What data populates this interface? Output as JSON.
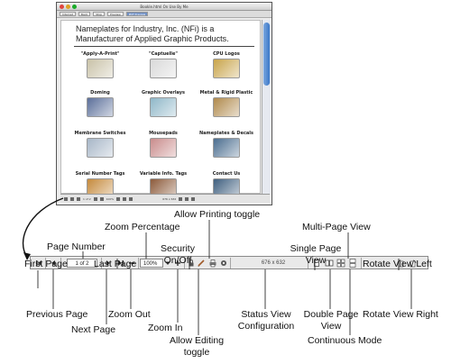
{
  "window": {
    "title": "Bookle.html On Use By Me",
    "toolbar_buttons": [
      "Internet",
      "Back",
      "Stop",
      "Preview",
      "PDF Preview"
    ],
    "heading": "Nameplates for Industry, Inc. (NFi) is a Manufacturer of Applied Graphic Products.",
    "products": [
      {
        "label": "\"Apply-A-Print\"",
        "color": "#c9c2a8"
      },
      {
        "label": "\"Captuelle\"",
        "color": "#d9d9d9"
      },
      {
        "label": "CPU Logos",
        "color": "#c8a44a"
      },
      {
        "label": "Doming",
        "color": "#5b6f9a"
      },
      {
        "label": "Graphic Overlays",
        "color": "#8fb7c8"
      },
      {
        "label": "Metal & Rigid Plastic",
        "color": "#b08a4c"
      },
      {
        "label": "Membrane Switches",
        "color": "#a7b6c7"
      },
      {
        "label": "Mousepads",
        "color": "#c98c8c"
      },
      {
        "label": "Nameplates & Decals",
        "color": "#4a6d8f"
      },
      {
        "label": "Serial Number Tags",
        "color": "#c58a3c"
      },
      {
        "label": "Variable Info. Tags",
        "color": "#8c5a3a"
      },
      {
        "label": "Contact Us",
        "color": "#3f5f7f"
      }
    ]
  },
  "toolbar": {
    "page_value": "1 of 2",
    "zoom_value": "100%",
    "status_size": "676 x 632"
  },
  "callouts": {
    "first_page": "First Page",
    "page_number": "Page Number",
    "zoom_percentage": "Zoom Percentage",
    "allow_printing": "Allow Printing toggle",
    "multi_page_view": "Multi-Page View",
    "single_page_view_1": "Single Page",
    "single_page_view_2": "View",
    "last_page": "Last Page",
    "security_1": "Security",
    "security_2": "On/Off",
    "rotate_left": "Rotate View Left",
    "previous_page": "Previous Page",
    "next_page": "Next Page",
    "zoom_out": "Zoom Out",
    "zoom_in": "Zoom In",
    "allow_editing_1": "Allow Editing",
    "allow_editing_2": "toggle",
    "status_view_1": "Status View",
    "status_view_2": "Configuration",
    "double_page_1": "Double Page",
    "double_page_2": "View",
    "continuous_mode": "Continuous Mode",
    "rotate_right": "Rotate View Right"
  },
  "colors": {
    "toolbar_bg": "#e9e9e9",
    "scroll_thumb": "#3c78c8"
  }
}
